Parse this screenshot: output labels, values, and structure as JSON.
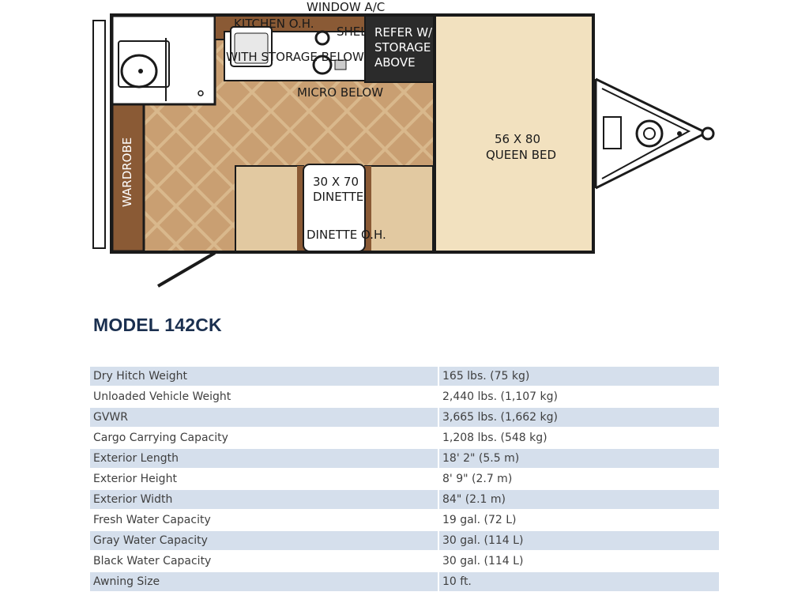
{
  "floorplan": {
    "labels": {
      "window_ac": "WINDOW A/C",
      "kitchen_oh": "KITCHEN O.H.",
      "shelf": "SHELF",
      "with_storage_below": "WITH STORAGE BELOW",
      "refer_line1": "REFER W/",
      "refer_line2": "STORAGE",
      "refer_line3": "ABOVE",
      "micro_below": "MICRO BELOW",
      "bed_size": "56 X 80",
      "bed_name": "QUEEN BED",
      "dinette_size": "30 X 70",
      "dinette_name": "DINETTE",
      "dinette_oh": "DINETTE O.H.",
      "wardrobe": "WARDROBE"
    },
    "colors": {
      "wall": "#1a1a1a",
      "bed": "#f2e1bf",
      "tile_light": "#d9b88c",
      "tile_dark": "#c79d6e",
      "cabinet": "#8a5a35",
      "seat": "#e2c9a1",
      "fridge": "#2b2b2b"
    }
  },
  "model": {
    "title": "MODEL 142CK"
  },
  "specs": [
    {
      "label": "Dry Hitch Weight",
      "value": "165 lbs. (75 kg)"
    },
    {
      "label": "Unloaded Vehicle Weight",
      "value": "2,440 lbs. (1,107 kg)"
    },
    {
      "label": "GVWR",
      "value": "3,665 lbs. (1,662 kg)"
    },
    {
      "label": "Cargo Carrying Capacity",
      "value": "1,208 lbs. (548 kg)"
    },
    {
      "label": "Exterior Length",
      "value": "18' 2\" (5.5 m)"
    },
    {
      "label": "Exterior Height",
      "value": "8' 9\" (2.7 m)"
    },
    {
      "label": "Exterior Width",
      "value": "84\" (2.1 m)"
    },
    {
      "label": "Fresh Water Capacity",
      "value": "19 gal. (72 L)"
    },
    {
      "label": "Gray Water Capacity",
      "value": "30 gal. (114 L)"
    },
    {
      "label": "Black Water Capacity",
      "value": "30 gal. (114 L)"
    },
    {
      "label": "Awning Size",
      "value": "10 ft."
    }
  ]
}
